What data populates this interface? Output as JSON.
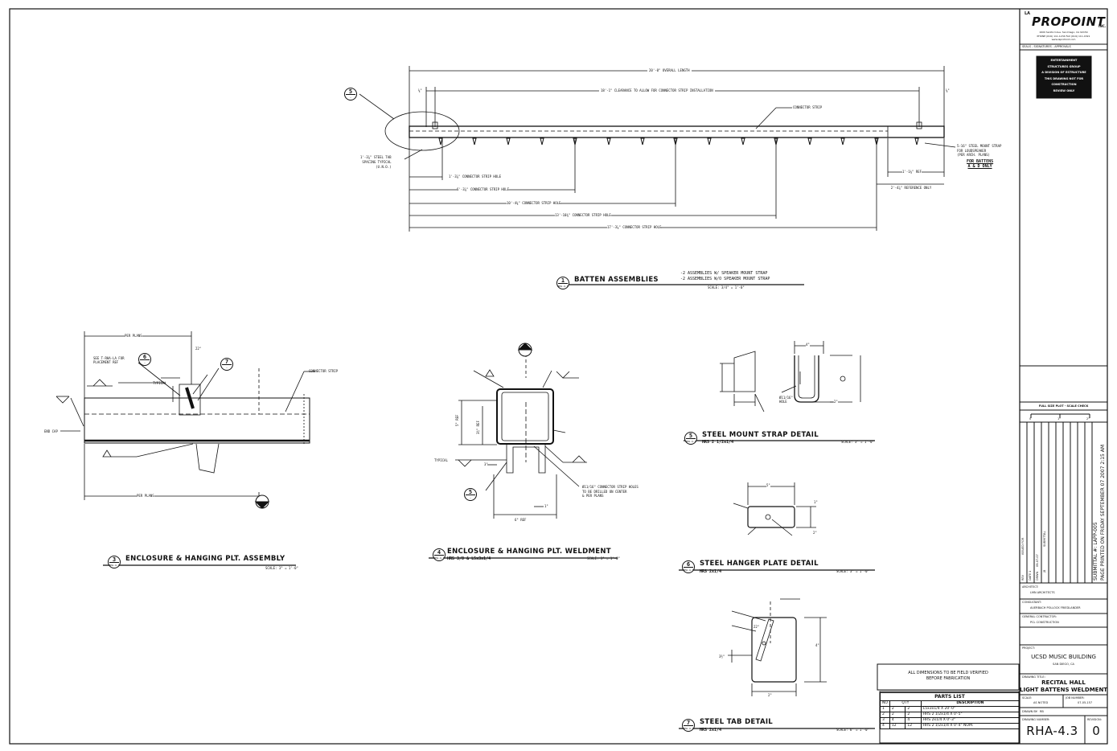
{
  "drawing": {
    "detail1": {
      "number": "1",
      "sheet_ref": "RHA-4.3",
      "title": "BATTEN ASSEMBLIES",
      "notes": [
        "-2 ASSEMBLIES W/ SPEAKER MOUNT STRAP",
        "-2 ASSEMBLIES W/O SPEAKER MOUNT STRAP"
      ],
      "scale": "SCALE: 3/4\" = 1'-0\"",
      "dims": {
        "overall": "20'-0\" OVERALL LENGTH",
        "clearance": "18'-1\" CLEARANCE TO ALLOW FOR CONNECTOR STRIP INSTALLATION",
        "left_small": "⅝\"",
        "right_small": "⅝\"",
        "hole1": "1'-3⅞\" CONNECTOR STRIP HOLE",
        "hole2": "6'-3⅞\" CONNECTOR STRIP HOLE",
        "hole3": "10'-4⅜\" CONNECTOR STRIP HOLE",
        "hole4": "13'-10⅜\" CONNECTOR STRIP HOLE",
        "hole5": "17'-3⅞\" CONNECTOR STRIP HOLE",
        "ref1": "1'-1⅛\" REF",
        "ref2": "2'-4⅞\" REFERENCE ONLY"
      },
      "labels": {
        "connector_strip": "CONNECTOR STRIP",
        "tab_spacing": [
          "1'-3⅞\" STEEL TAB",
          "SPACING TYPICAL",
          "(U.N.O.)"
        ],
        "speaker_strap": [
          "5⁄16\" STEEL MOUNT STRAP",
          "FOR LOUDSPEAKER",
          "(PER ARCH. PLANS)"
        ],
        "battens_only": [
          "FOR BATTENS",
          "A & D ONLY"
        ]
      }
    },
    "detail3": {
      "number": "3",
      "sheet_ref": "RHA-4.3",
      "title": "ENCLOSURE & HANGING PLT. ASSEMBLY",
      "scale": "SCALE: 3\" = 1'-0\"",
      "labels": {
        "per_plans_top": "PER PLANS",
        "per_plans_bottom": "PER PLANS",
        "see": [
          "SEE T-RHA-LA FOR",
          "PLACEMENT REF"
        ],
        "connector_strip": "CONNECTOR STRIP",
        "end_cap": "END CAP",
        "angle": "22°",
        "typical": "TYPICAL"
      }
    },
    "detail4": {
      "number": "4",
      "sheet_ref": "RHA-4.3",
      "title": "ENCLOSURE & HANGING PLT. WELDMENT",
      "subtitle": "HRS 3/8 & L5x3x1/4",
      "scale": "SCALE: 3\" = 1'-0\"",
      "labels": {
        "hole_note": [
          "Ø11/16\" CONNECTOR STRIP HOLES",
          "TO BE DRILLED ON CENTER",
          "& PER PLANS"
        ],
        "ref_bottom": "6\" REF",
        "ref_left": "5\" REF",
        "ref_left2": "3½\" REF",
        "three": "3\"",
        "one": "1\"",
        "typical": "TYPICAL"
      }
    },
    "detail5": {
      "number": "5",
      "sheet_ref": "RHA-4.3",
      "title": "STEEL MOUNT STRAP DETAIL",
      "subtitle": "HRS 2 1/2x1/4",
      "scale": "SCALE: 3\" = 1'-0\"",
      "labels": {
        "hole": [
          "Ø11/16\"",
          "HOLE"
        ],
        "top": "4\"",
        "two": "2\""
      }
    },
    "detail6": {
      "number": "6",
      "sheet_ref": "RHA-4.3",
      "title": "STEEL HANGER PLATE DETAIL",
      "subtitle": "HRS 2x1/4",
      "scale": "SCALE: 3\" = 1'-0\"",
      "labels": {
        "top": "5\"",
        "right": "1\"",
        "two": "2\""
      }
    },
    "detail7": {
      "number": "7",
      "sheet_ref": "RHA-4.3",
      "title": "STEEL TAB DETAIL",
      "subtitle": "HRS 2x1/4",
      "scale": "SCALE: 6\" = 1'-0\"",
      "labels": {
        "angle": "22°",
        "height": "4\"",
        "width": "2\"",
        "left": "3½\""
      }
    },
    "field_note": [
      "ALL DIMENSIONS TO BE FIELD VERIFIED",
      "BEFORE FABRICATION"
    ],
    "parts_list": {
      "title": "PARTS LIST",
      "headers": [
        "NO",
        "QTY",
        "DESCRIPTION"
      ],
      "rows": [
        {
          "no": "1",
          "q1": "2",
          "q2": "2",
          "desc": "L5x3x1/4 X 20'-0\""
        },
        {
          "no": "2",
          "q1": "2",
          "q2": "2",
          "desc": "HRS 2 1/2x1/4 X 0'-5\""
        },
        {
          "no": "3",
          "q1": "4",
          "q2": "4",
          "desc": "HRS 2x1/4 X 0'-3\""
        },
        {
          "no": "4",
          "q1": "12",
          "q2": "12",
          "desc": "HRS 2 1/2x1/4 X 0'-4\" NOM."
        }
      ]
    }
  },
  "title_block": {
    "company": "PROPOINT",
    "company_prefix": "LA",
    "company_suffix": "INC.",
    "address": [
      "1600 Sanford Ave. San Diego, CA 92154",
      "PHONE (619) 111-1234 FAX (619) 111-4321",
      "www.laprofoint.com"
    ],
    "seal_label": "SEALS - SIGNATURES - APPROVALS",
    "stamp_lines": [
      "ENTERTAINMENT",
      "STRUCTURES GROUP",
      "A DIVISION OF ESTRUCTURE",
      "THIS DRAWING NOT FOR",
      "CONSTRUCTION",
      "REVIEW ONLY"
    ],
    "plot_check": "FULL SIZE PLOT - SCALE CHECK",
    "scale_marks": [
      "0",
      "1\"",
      "2\""
    ],
    "rev_headers": [
      "REV",
      "DATE",
      "DRWN",
      "ISSUED FOR"
    ],
    "rev_row": {
      "rev": "1",
      "date": "09-07-07",
      "drwn": "JB",
      "issued": "SUBMITTAL"
    },
    "submittal_note": "SUBMITTAL #: LAPP-005",
    "printed_note": "PAGE PRINTED ON FRIDAY SEPTEMBER 07 2007 2:15 AM",
    "architect_label": "ARCHITECT:",
    "architect": "LMN ARCHITECTS",
    "consultant_label": "CONSULTANT:",
    "consultant": "AUERBACH POLLOCK FRIEDLANDER",
    "contractor_label": "GENERAL CONTRACTOR:",
    "contractor": "PCL CONSTRUCTION",
    "project_label": "PROJECT:",
    "project": "UCSD MUSIC BUILDING",
    "project_loc": "SAN DIEGO, CA",
    "drawing_title_label": "DRAWING TITLE:",
    "drawing_title": [
      "RECITAL HALL",
      "LIGHT BATTENS WELDMENT"
    ],
    "scale_label": "SCALE:",
    "scale_value": "AS NOTED",
    "job_label": "JOB NUMBER:",
    "job_value": "07-05-157",
    "drawn_label": "DRAWN BY:",
    "drawn_value": "RB",
    "dwg_label": "DRAWING NUMBER:",
    "dwg_number": "RHA-4.3",
    "rev_label": "REVISION:",
    "revision": "0"
  }
}
